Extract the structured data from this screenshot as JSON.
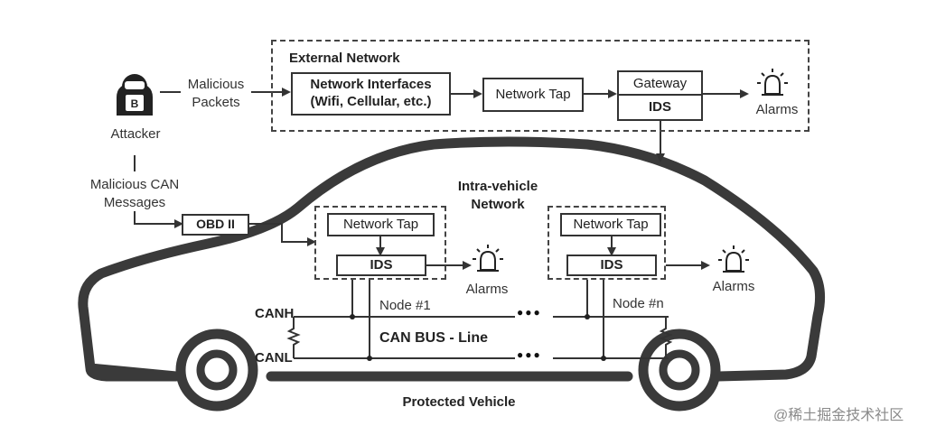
{
  "external": {
    "title": "External Network",
    "network_interfaces": "Network Interfaces (Wifi, Cellular,  etc.)",
    "network_tap": "Network Tap",
    "gateway": "Gateway",
    "ids": "IDS",
    "alarms": "Alarms"
  },
  "attacker": {
    "label": "Attacker",
    "malicious_packets": "Malicious Packets",
    "malicious_can": "Malicious CAN Messages"
  },
  "obd": "OBD II",
  "intra": {
    "title": "Intra-vehicle Network",
    "tap1": "Network Tap",
    "ids1": "IDS",
    "alarms1": "Alarms",
    "node1": "Node #1",
    "tapn": "Network Tap",
    "idsn": "IDS",
    "alarmsn": "Alarms",
    "noden": "Node #n"
  },
  "bus": {
    "canh": "CANH",
    "canl": "CANL",
    "label": "CAN BUS - Line",
    "ellipsis": "●●●"
  },
  "vehicle_label": "Protected Vehicle",
  "watermark": "@稀土掘金技术社区"
}
